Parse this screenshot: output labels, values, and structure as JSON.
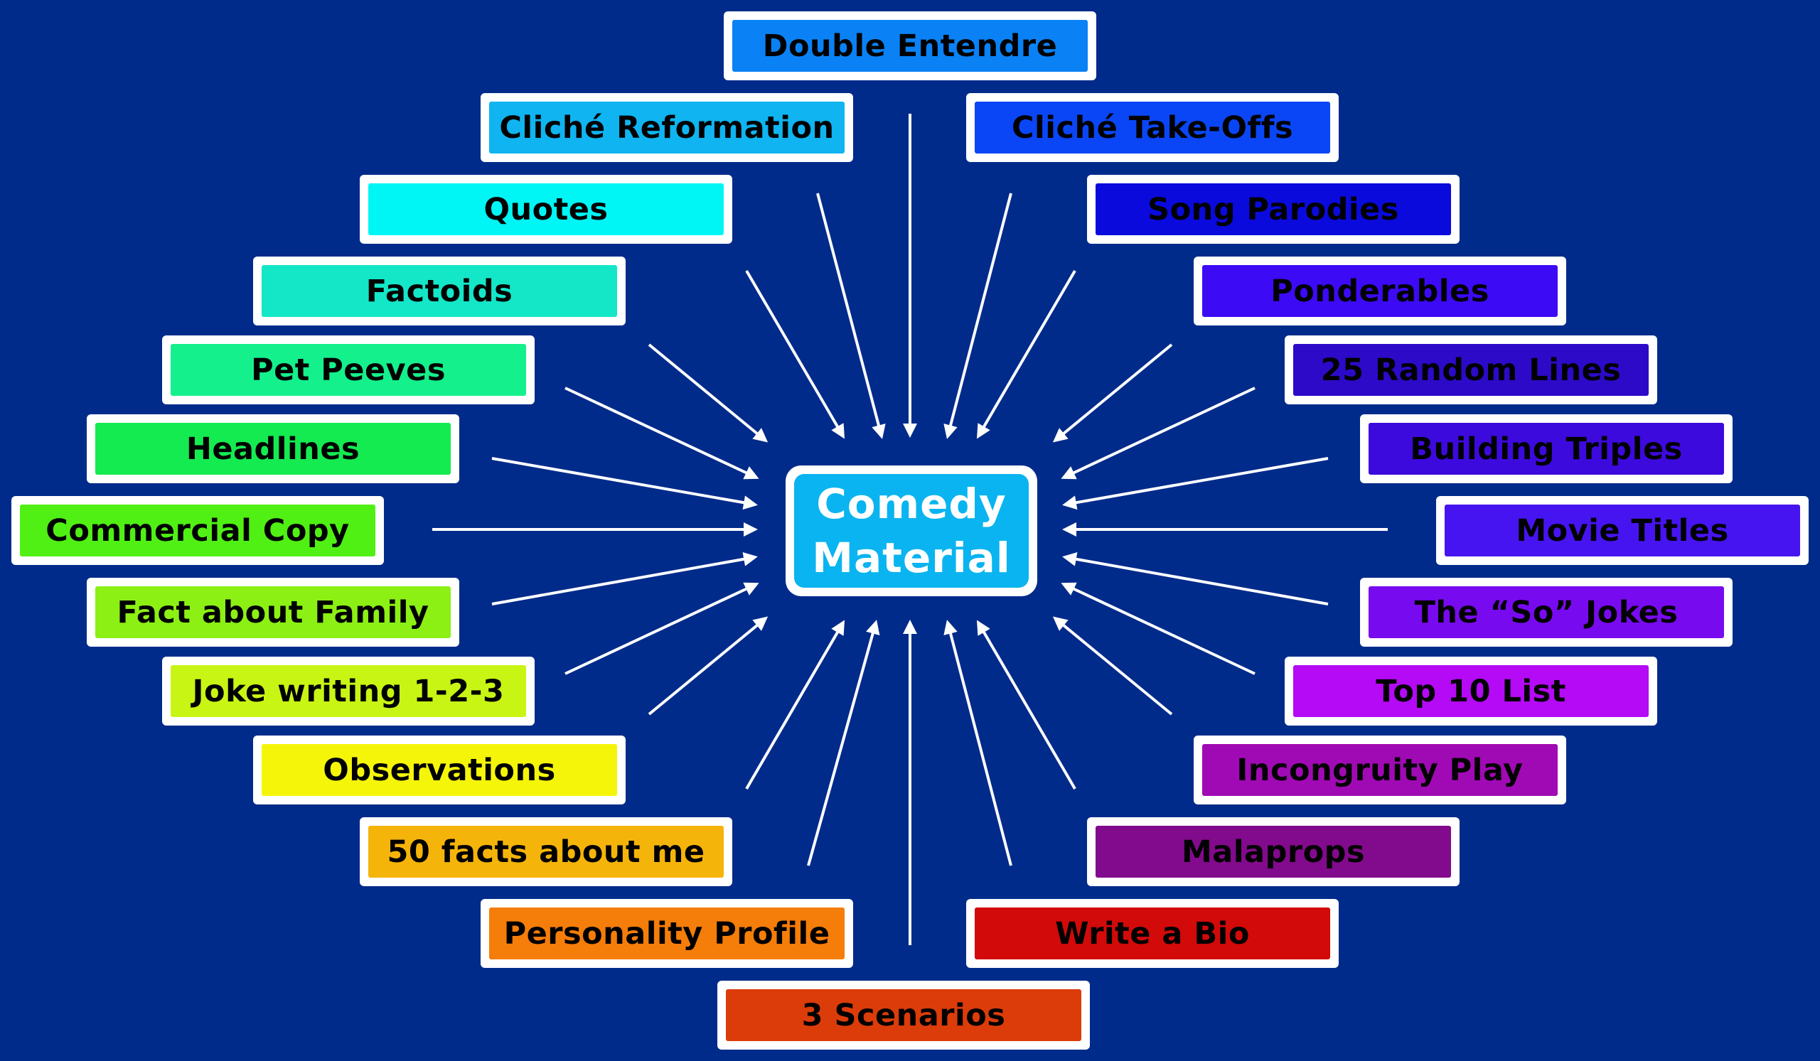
{
  "center": {
    "line1": "Comedy",
    "line2": "Material",
    "color": "#0ab4f0"
  },
  "arrow_color": "#ffffff",
  "background_color": "#002b8a",
  "nodes": [
    {
      "label": "Double Entendre",
      "color": "#0a82f5"
    },
    {
      "label": "Cliché Reformation",
      "color": "#0fb4f0"
    },
    {
      "label": "Cliché Take-Offs",
      "color": "#0a46f5"
    },
    {
      "label": "Quotes",
      "color": "#00f5f5"
    },
    {
      "label": "Song Parodies",
      "color": "#0a0adc"
    },
    {
      "label": "Factoids",
      "color": "#14e6c8"
    },
    {
      "label": "Ponderables",
      "color": "#3c0af5"
    },
    {
      "label": "Pet Peeves",
      "color": "#14f08c"
    },
    {
      "label": "25 Random Lines",
      "color": "#2d0ac8"
    },
    {
      "label": "Headlines",
      "color": "#14eb50"
    },
    {
      "label": "Building Triples",
      "color": "#3c0adc"
    },
    {
      "label": "Commercial Copy",
      "color": "#50f014"
    },
    {
      "label": "Movie Titles",
      "color": "#4614f0"
    },
    {
      "label": "Fact about Family",
      "color": "#8cf014"
    },
    {
      "label": "The “So” Jokes",
      "color": "#780af0"
    },
    {
      "label": "Joke writing 1-2-3",
      "color": "#c8f514"
    },
    {
      "label": "Top 10 List",
      "color": "#b40af5"
    },
    {
      "label": "Observations",
      "color": "#f5f50a"
    },
    {
      "label": "Incongruity Play",
      "color": "#a00ab4"
    },
    {
      "label": "50 facts about me",
      "color": "#f5b40a"
    },
    {
      "label": "Malaprops",
      "color": "#820a8c"
    },
    {
      "label": "Personality Profile",
      "color": "#f57d0a"
    },
    {
      "label": "Write a Bio",
      "color": "#d20a0a"
    },
    {
      "label": "3 Scenarios",
      "color": "#dc3c0a"
    }
  ]
}
